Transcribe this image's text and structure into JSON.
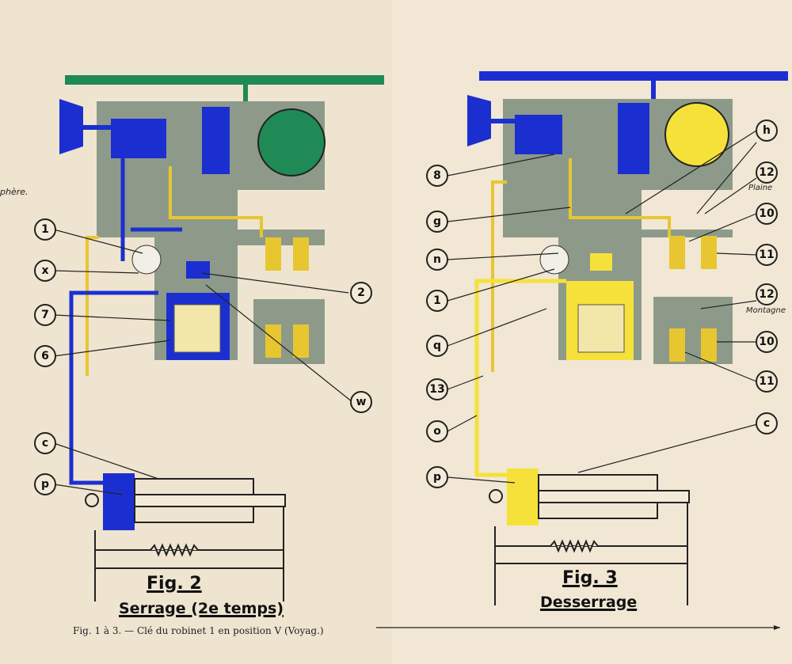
{
  "left_page": {
    "edge_text": "phère.",
    "labels": [
      "1",
      "x",
      "7",
      "6",
      "2",
      "w",
      "c",
      "p"
    ],
    "figure_title": "Fig. 2",
    "figure_subtitle": "Serrage (2e temps)"
  },
  "right_page": {
    "labels": [
      "8",
      "g",
      "n",
      "1",
      "q",
      "13",
      "o",
      "c",
      "p",
      "h",
      "12",
      "10",
      "11",
      "12",
      "10",
      "11"
    ],
    "notes": {
      "plaine": "Plaine",
      "montagne": "Montagne"
    },
    "figure_title": "Fig. 3",
    "figure_subtitle": "Desserrage"
  },
  "caption": "Fig. 1 à 3. — Clé du robinet 1 en position V (Voyag.)",
  "colors": {
    "blue": "#1b2fd0",
    "green": "#1f8a55",
    "yellow": "#f5e13a",
    "body": "#8d9a8a",
    "paper": "#efe4d0"
  }
}
